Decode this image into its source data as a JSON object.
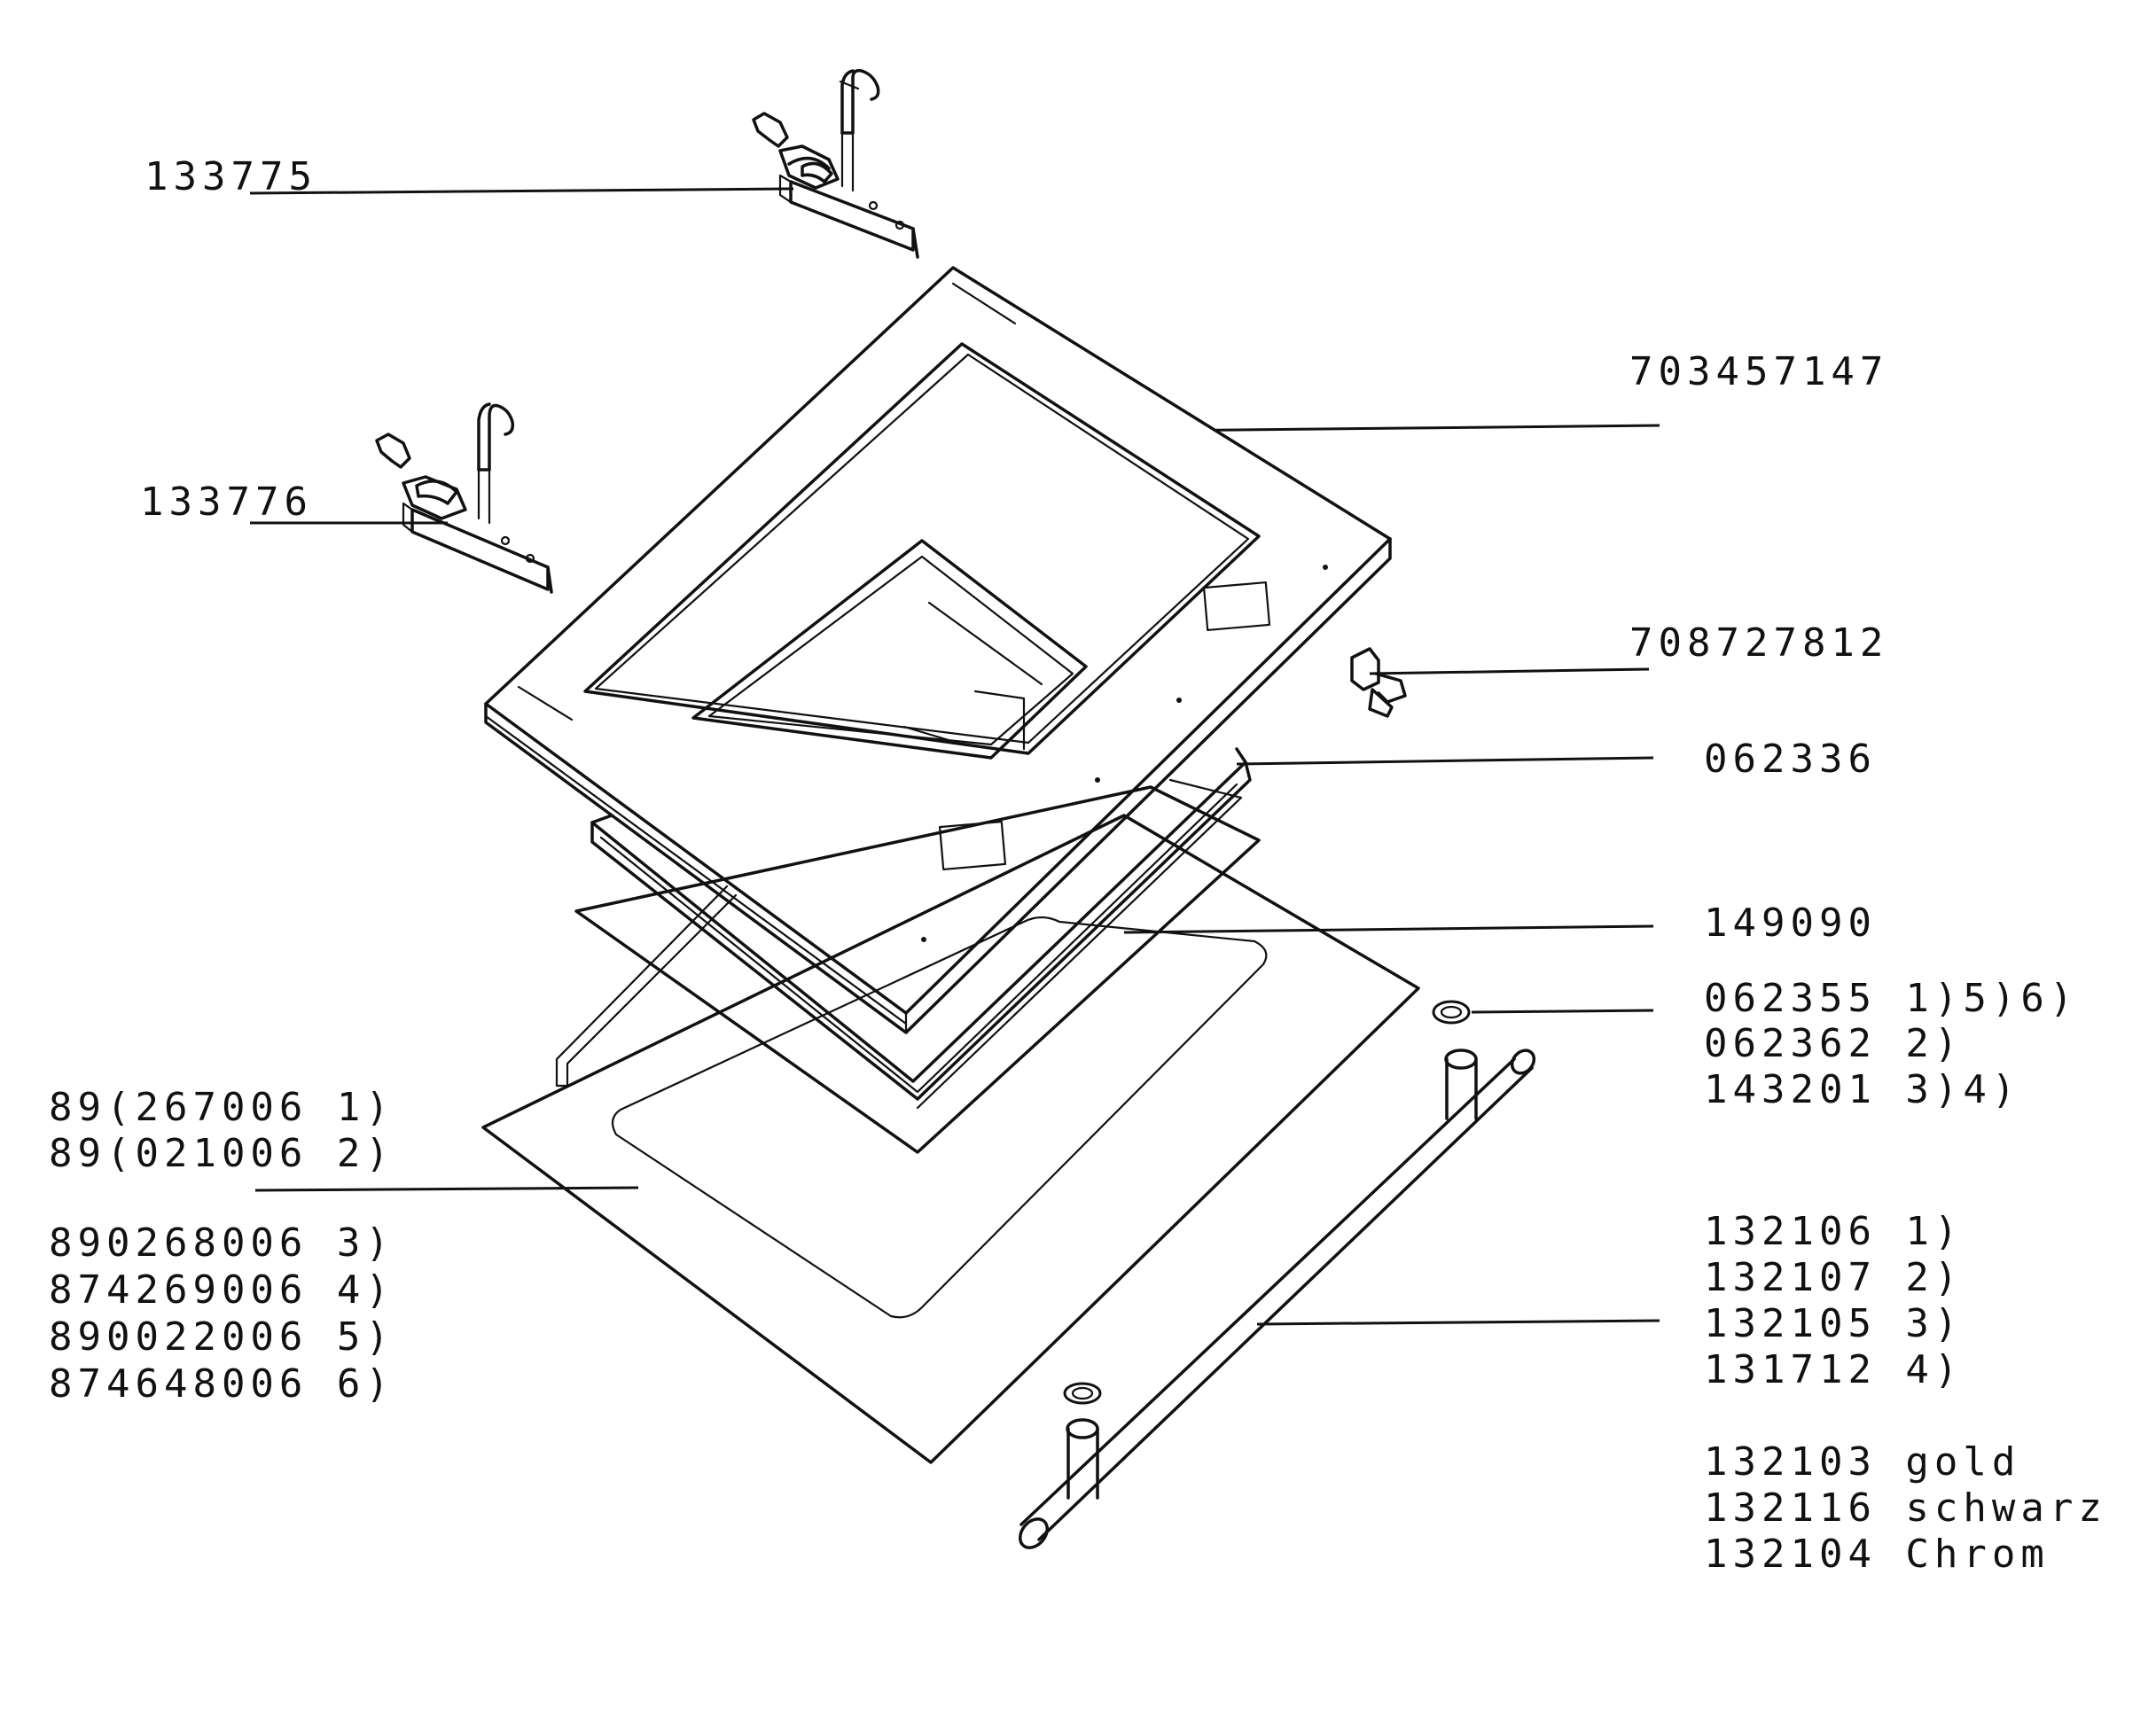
{
  "colors": {
    "ink": "#111111",
    "background": "#ffffff"
  },
  "labels": {
    "p133775": "133775",
    "p133776": "133776",
    "p703457147": "703457147",
    "p708727812": "708727812",
    "p062336": "062336",
    "p149090": "149090",
    "p062355": "062355 1)5)6)",
    "p062362": "062362 2)",
    "p143201": "143201 3)4)",
    "glass": [
      "89(267006 1)",
      "89(021006 2)",
      "890268006 3)",
      "874269006 4)",
      "890022006 5)",
      "874648006 6)"
    ],
    "handle": [
      "132106 1)",
      "132107 2)",
      "132105 3)",
      "131712 4)"
    ],
    "finishes": [
      "132103 gold",
      "132116 schwarz",
      "132104 Chrom"
    ]
  }
}
